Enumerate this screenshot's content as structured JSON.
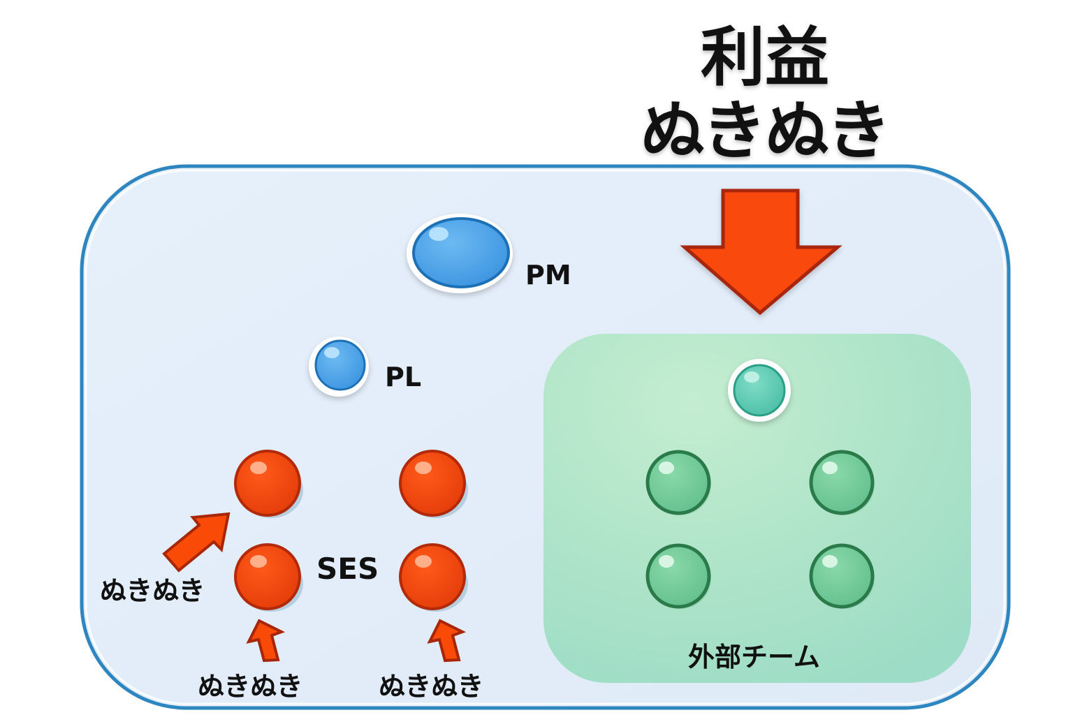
{
  "title": {
    "line1": "利益",
    "line2": "ぬきぬき"
  },
  "roles": {
    "pm": "PM",
    "pl": "PL",
    "ses": "SES"
  },
  "annotations": {
    "left": "ぬきぬき",
    "bottom_middle": "ぬきぬき",
    "bottom_right": "ぬきぬき"
  },
  "external_team": {
    "label": "外部チーム",
    "leader_count": 1,
    "member_count": 4
  },
  "ses_member_count": 4,
  "colors": {
    "outer_border": "#2e86c1",
    "outer_fill": "#e3eefa",
    "inner_fill": "#a8e2c8",
    "inner_fill_light": "#c2ecd0",
    "pm_blue": "#4aa3e8",
    "pm_blue_dark": "#1f6fb5",
    "ses_red": "#f04a10",
    "ses_red_dark": "#b32a08",
    "arrow_red": "#fa4a08",
    "arrow_red_dark": "#a82608",
    "leader_teal": "#5fcdb5",
    "leader_teal_dark": "#2a9e87",
    "member_green": "#74cc98",
    "member_green_dark": "#2a7a4a"
  }
}
